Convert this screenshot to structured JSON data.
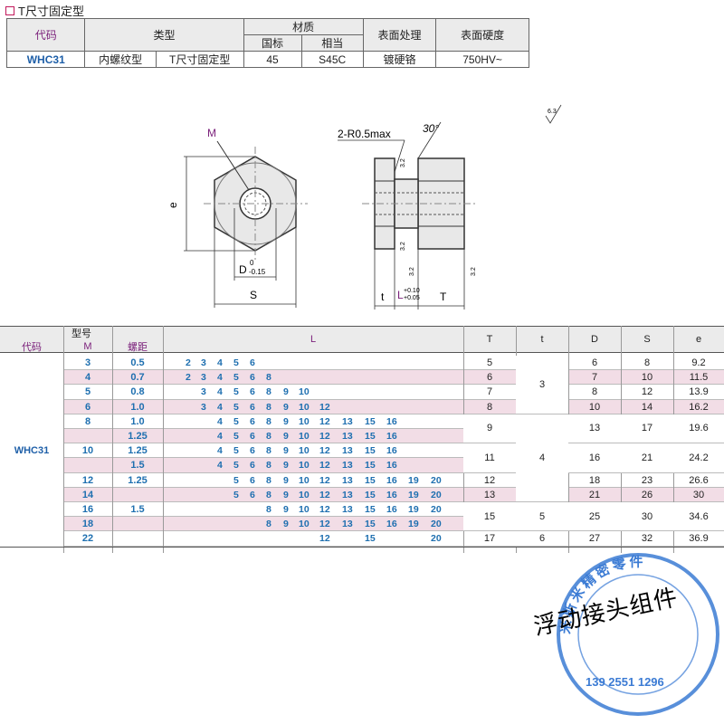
{
  "header": {
    "title": "T尺寸固定型"
  },
  "spec_table": {
    "code_h": "代码",
    "type_h": "类型",
    "material_h": "材质",
    "std_h": "国标",
    "equiv_h": "相当",
    "surface_h": "表面处理",
    "hardness_h": "表面硬度",
    "row": {
      "code": "WHC31",
      "type1": "内螺纹型",
      "type2": "T尺寸固定型",
      "std": "45",
      "equiv": "S45C",
      "surface": "镀硬铬",
      "hardness": "750HV~"
    }
  },
  "drawing": {
    "m_label": "M",
    "e_label": "e",
    "d_label": "D",
    "d_tol_upper": "0",
    "d_tol_lower": "-0.15",
    "s_label": "S",
    "r_label": "2-R0.5max",
    "angle_label": "30°",
    "t_label": "t",
    "l_label": "L",
    "l_tol_upper": "+0.10",
    "l_tol_lower": "+0.05",
    "T_label": "T",
    "rough_32": "3.2",
    "rough_63": "6.3"
  },
  "main_table": {
    "header": {
      "model": "型号",
      "code": "代码",
      "m": "M",
      "pitch": "螺距",
      "l": "L",
      "T": "T",
      "t": "t",
      "D": "D",
      "S": "S",
      "e": "e"
    },
    "code_value": "WHC31",
    "rows": [
      {
        "M": "3",
        "pitch": "0.5",
        "L": [
          "2",
          "3",
          "4",
          "5",
          "6"
        ],
        "T": "5",
        "D": "6",
        "S": "8",
        "e": "9.2"
      },
      {
        "M": "4",
        "pitch": "0.7",
        "L": [
          "2",
          "3",
          "4",
          "5",
          "6",
          "8"
        ],
        "T": "6",
        "D": "7",
        "S": "10",
        "e": "11.5"
      },
      {
        "M": "5",
        "pitch": "0.8",
        "L": [
          "3",
          "4",
          "5",
          "6",
          "8",
          "9",
          "10"
        ],
        "T": "7",
        "D": "8",
        "S": "12",
        "e": "13.9"
      },
      {
        "M": "6",
        "pitch": "1.0",
        "L": [
          "3",
          "4",
          "5",
          "6",
          "8",
          "9",
          "10",
          "12"
        ],
        "T": "8",
        "D": "10",
        "S": "14",
        "e": "16.2"
      },
      {
        "M": "8",
        "pitch": "1.0",
        "L": [
          "4",
          "5",
          "6",
          "8",
          "9",
          "10",
          "12",
          "13",
          "15",
          "16"
        ],
        "T": "",
        "D": "",
        "S": "",
        "e": ""
      },
      {
        "M": "",
        "pitch": "1.25",
        "L": [
          "4",
          "5",
          "6",
          "8",
          "9",
          "10",
          "12",
          "13",
          "15",
          "16"
        ],
        "T": "",
        "D": "",
        "S": "",
        "e": ""
      },
      {
        "M": "10",
        "pitch": "1.25",
        "L": [
          "4",
          "5",
          "6",
          "8",
          "9",
          "10",
          "12",
          "13",
          "15",
          "16"
        ],
        "T": "",
        "D": "",
        "S": "",
        "e": ""
      },
      {
        "M": "",
        "pitch": "1.5",
        "L": [
          "4",
          "5",
          "6",
          "8",
          "9",
          "10",
          "12",
          "13",
          "15",
          "16"
        ],
        "T": "",
        "D": "",
        "S": "",
        "e": ""
      },
      {
        "M": "12",
        "pitch": "1.25",
        "L": [
          "5",
          "6",
          "8",
          "9",
          "10",
          "12",
          "13",
          "15",
          "16",
          "19",
          "20"
        ],
        "T": "12",
        "D": "18",
        "S": "23",
        "e": "26.6"
      },
      {
        "M": "14",
        "pitch": "",
        "L": [
          "5",
          "6",
          "8",
          "9",
          "10",
          "12",
          "13",
          "15",
          "16",
          "19",
          "20"
        ],
        "T": "13",
        "D": "21",
        "S": "26",
        "e": "30"
      },
      {
        "M": "16",
        "pitch": "1.5",
        "L": [
          "8",
          "9",
          "10",
          "12",
          "13",
          "15",
          "16",
          "19",
          "20"
        ],
        "T": "",
        "D": "",
        "S": "",
        "e": ""
      },
      {
        "M": "18",
        "pitch": "",
        "L": [
          "8",
          "9",
          "10",
          "12",
          "13",
          "15",
          "16",
          "19",
          "20"
        ],
        "T": "",
        "D": "",
        "S": "",
        "e": ""
      },
      {
        "M": "22",
        "pitch": "",
        "L": [
          "12",
          "15",
          "20"
        ],
        "T": "17",
        "D": "27",
        "S": "32",
        "e": "36.9"
      }
    ],
    "merged": {
      "t_3": "3",
      "T_9": "9",
      "D_13": "13",
      "S_17": "17",
      "e_19": "19.6",
      "T_11": "11",
      "t_4": "4",
      "D_16": "16",
      "S_21": "21",
      "e_24": "24.2",
      "T_15": "15",
      "t_5": "5",
      "D_25": "25",
      "S_30": "30",
      "e_34": "34.6",
      "t_6": "6"
    }
  },
  "stamp": {
    "ring_text": "米斯米精密零件",
    "phone": "139 2551 1296",
    "overlay": "浮动接头组件"
  }
}
